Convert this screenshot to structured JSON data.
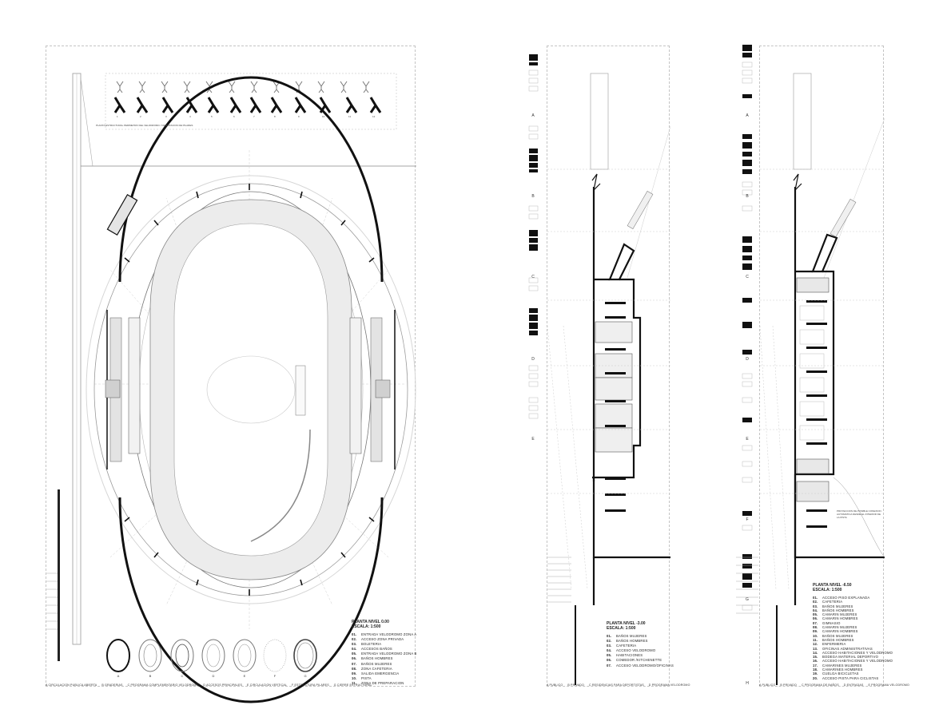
{
  "sheet1": {
    "silhouette_numbers": [
      "1",
      "2",
      "3",
      "4",
      "5",
      "6",
      "7",
      "8",
      "9",
      "10",
      "11",
      "12"
    ],
    "silhouette_caption": "PLANTA ESTRUCTURAL PERIMETRO DEL VELODROMO / ORIENTACION DE PILARES",
    "plan_title": "PLANTA NIVEL 0.00",
    "plan_scale": "ESCALA: 1:500",
    "legend": [
      {
        "num": "01.",
        "text": "ENTRADA VELODROMO ZONA A"
      },
      {
        "num": "02.",
        "text": "ACCESO ZONA PRIVADA"
      },
      {
        "num": "03.",
        "text": "BOLETERIA"
      },
      {
        "num": "04.",
        "text": "ACCESOS BAÑOS"
      },
      {
        "num": "05.",
        "text": "ENTRADA VELODROMO ZONA B"
      },
      {
        "num": "06.",
        "text": "BAÑOS HOMBRES"
      },
      {
        "num": "07.",
        "text": "BAÑOS MUJERES"
      },
      {
        "num": "08.",
        "text": "ZONA CAFETERIA"
      },
      {
        "num": "09.",
        "text": "SALIDA EMERGENCIA"
      },
      {
        "num": "10.",
        "text": "PISTA"
      },
      {
        "num": "11.",
        "text": "ZONA DE PREPARACION"
      }
    ],
    "oval_labels": [
      "A",
      "B",
      "C",
      "D",
      "E",
      "F",
      "G"
    ],
    "footer": [
      "A CIRCULACION PUBLICA ABIERTA",
      "B GRADERIAS",
      "C PROGRAMA COMPLEMENTARIO VELODROMO",
      "D ACCESOS PRINCIPALES",
      "E CIRCULACION VERTICAL",
      "F ESTRUCTURA PILARES",
      "G CIERRE ESTRUCTURAL"
    ]
  },
  "sheet2": {
    "axis_labels": [
      "A",
      "B",
      "C",
      "D",
      "E"
    ],
    "plan_title": "PLANTA NIVEL -3.00",
    "plan_scale": "ESCALA: 1:500",
    "legend": [
      {
        "num": "01.",
        "text": "BAÑOS MUJERES"
      },
      {
        "num": "02.",
        "text": "BAÑOS HOMBRES"
      },
      {
        "num": "03.",
        "text": "CAFETERIA"
      },
      {
        "num": "04.",
        "text": "ACCESO VELODROMO"
      },
      {
        "num": "05.",
        "text": "HABITACIONES"
      },
      {
        "num": "06.",
        "text": "COMEDOR /KITCHENETTE"
      },
      {
        "num": "07.",
        "text": "ACCESO VELODROMO/OFICINAS"
      }
    ],
    "footer": [
      "A PUBLICO",
      "B PRIVADO",
      "C RESIDENCIAS PARA DEPORTISTAS",
      "D PROGRAMA VELODROMO"
    ]
  },
  "sheet3": {
    "axis_labels": [
      "A",
      "B",
      "C",
      "D",
      "E",
      "F",
      "G",
      "H"
    ],
    "note": "PROYECCION DE POSIBLE CONEXION AUTOMATICA DESDE EL INTERIOR DE LA PISTA",
    "plan_title": "PLANTA NIVEL -6.50",
    "plan_scale": "ESCALA: 1:500",
    "legend": [
      {
        "num": "01.",
        "text": "ACCESO PISO EXPLANADA"
      },
      {
        "num": "02.",
        "text": "CAFETERIA"
      },
      {
        "num": "03.",
        "text": "BAÑOS MUJERES"
      },
      {
        "num": "04.",
        "text": "BAÑOS HOMBRES"
      },
      {
        "num": "05.",
        "text": "CAMARIN MUJERES"
      },
      {
        "num": "06.",
        "text": "CAMARIN HOMBRES"
      },
      {
        "num": "07.",
        "text": "GIMNASIO"
      },
      {
        "num": "08.",
        "text": "CAMARIN MUJERES"
      },
      {
        "num": "09.",
        "text": "CAMARIN HOMBRES"
      },
      {
        "num": "10.",
        "text": "BAÑOS MUJERES"
      },
      {
        "num": "11.",
        "text": "BAÑOS HOMBRES"
      },
      {
        "num": "12.",
        "text": "ENFERMERIA"
      },
      {
        "num": "13.",
        "text": "OFICINAS ADMINISTRATIVAS"
      },
      {
        "num": "14.",
        "text": "ACCESO HABITACIONES Y VELODROMO"
      },
      {
        "num": "15.",
        "text": "BODEGA MATERIAL DEPORTIVO"
      },
      {
        "num": "16.",
        "text": "ACCESO HABITACIONES Y VELODROMO"
      },
      {
        "num": "17.",
        "text": "CAMARINES MUJERES"
      },
      {
        "num": "18.",
        "text": "CAMARINES HOMBRES"
      },
      {
        "num": "19.",
        "text": "CUELGA BICICLETAS"
      },
      {
        "num": "20.",
        "text": "ACCESO PISTA PARA CICLISTAS"
      }
    ],
    "footer": [
      "A PUBLICO",
      "B PRIVADO",
      "C PROGRAMA DE BAÑOS",
      "D ENTRADAS",
      "E PROGRAMA VELODROMO"
    ]
  }
}
